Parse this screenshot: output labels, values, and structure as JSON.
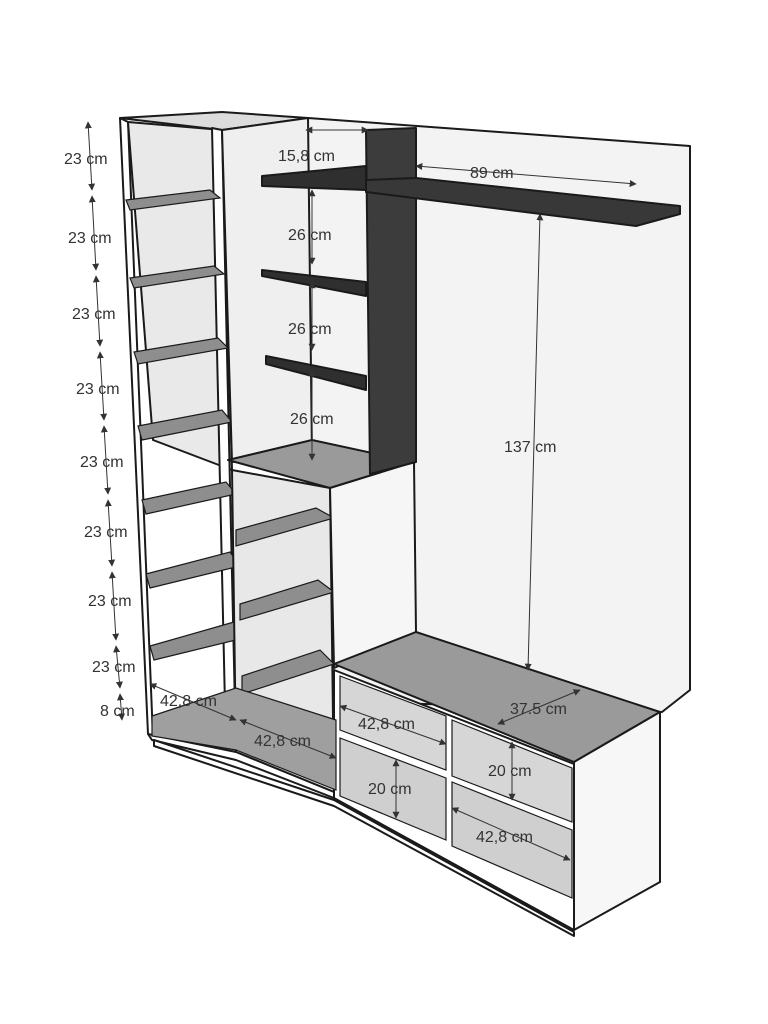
{
  "colors": {
    "panel_face": "#f2f2f2",
    "panel_side": "#ffffff",
    "shelf_top": "#8c8c8c",
    "shelf_dark": "#3a3a3a",
    "interior": "#ebebeb",
    "edge": "#1a1a1a"
  },
  "labels": {
    "left_heights": [
      "23 cm",
      "23 cm",
      "23 cm",
      "23 cm",
      "23 cm",
      "23 cm",
      "23 cm",
      "23 cm",
      "8 cm"
    ],
    "shelf_depth_top": "15,8 cm",
    "upper_width": "89 cm",
    "hanging_shelf_gaps": [
      "26 cm",
      "26 cm",
      "26 cm"
    ],
    "tall_opening": "137 cm",
    "bench_depth": "37.5 cm",
    "cube_widths": [
      "42,8 cm",
      "42,8 cm",
      "42,8 cm",
      "42,8 cm"
    ],
    "cube_heights": [
      "20 cm",
      "20 cm"
    ]
  }
}
